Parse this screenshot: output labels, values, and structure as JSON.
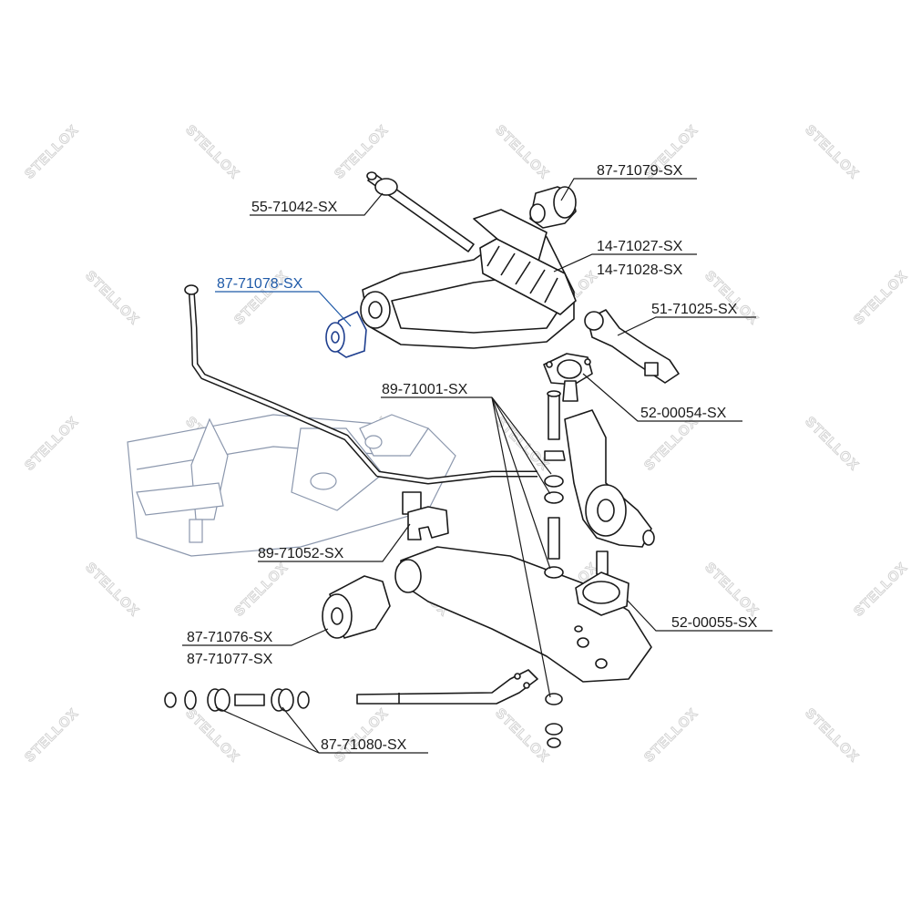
{
  "watermark": {
    "text": "STELLOX"
  },
  "labels": {
    "p87_71079": "87-71079-SX",
    "p55_71042": "55-71042-SX",
    "p14_71027": "14-71027-SX",
    "p14_71028": "14-71028-SX",
    "p87_71078": "87-71078-SX",
    "p51_71025": "51-71025-SX",
    "p89_71001": "89-71001-SX",
    "p52_00054": "52-00054-SX",
    "p89_71052": "89-71052-SX",
    "p52_00055": "52-00055-SX",
    "p87_71076": "87-71076-SX",
    "p87_71077": "87-71077-SX",
    "p87_71080": "87-71080-SX"
  },
  "colors": {
    "highlight": "#1f5aa8",
    "ink": "#1a1a1a",
    "watermark": "#d3d3d3",
    "frame": "#8b97ad"
  }
}
